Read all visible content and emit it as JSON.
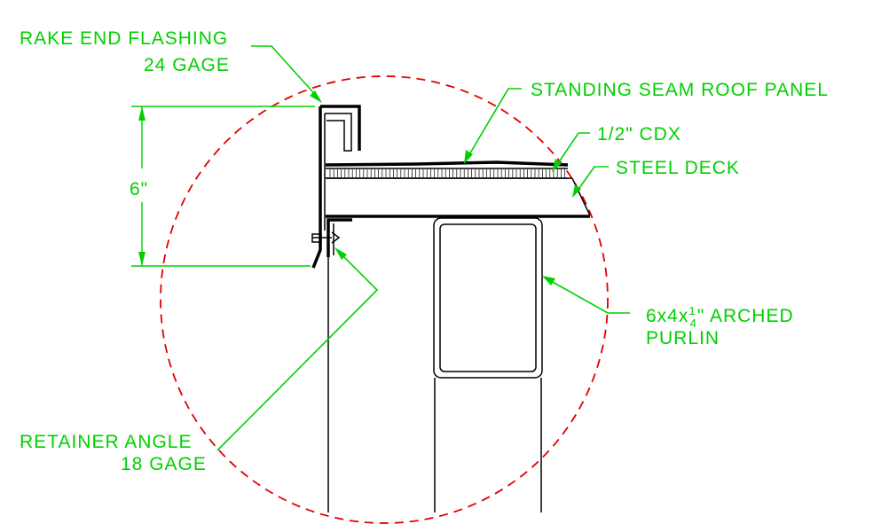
{
  "labels": {
    "rake_line1": "RAKE END FLASHING",
    "rake_line2": "24 GAGE",
    "standing_seam": "STANDING SEAM ROOF PANEL",
    "cdx": "1/2\" CDX",
    "steel_deck": "STEEL DECK",
    "purlin_line1_pre": "6x4x",
    "purlin_frac_num": "1",
    "purlin_frac_den": "4",
    "purlin_line1_post": "\" ARCHED",
    "purlin_line2": "PURLIN",
    "retainer_line1": "RETAINER ANGLE",
    "retainer_line2": "18 GAGE",
    "dimension": "6\""
  },
  "colors": {
    "annotation": "#00d000",
    "detail_circle": "#e00000",
    "object": "#000000",
    "background": "#ffffff"
  }
}
